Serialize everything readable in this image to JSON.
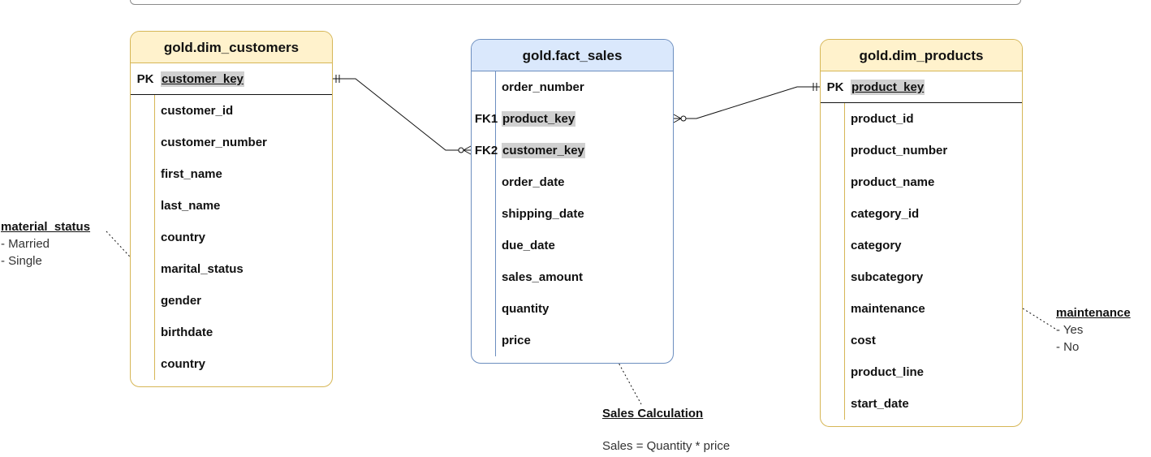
{
  "entities": {
    "dim_customers": {
      "title": "gold.dim_customers",
      "pk": {
        "key": "PK",
        "field": "customer_key"
      },
      "fields": [
        "customer_id",
        "customer_number",
        "first_name",
        "last_name",
        "country",
        "marital_status",
        "gender",
        "birthdate",
        "country"
      ],
      "colors": {
        "header_fill": "#fff2cc",
        "border": "#d6b656"
      }
    },
    "fact_sales": {
      "title": "gold.fact_sales",
      "rows": [
        {
          "key": "",
          "field": "order_number",
          "highlight": false
        },
        {
          "key": "FK1",
          "field": "product_key",
          "highlight": true
        },
        {
          "key": "FK2",
          "field": "customer_key",
          "highlight": true
        },
        {
          "key": "",
          "field": "order_date",
          "highlight": false
        },
        {
          "key": "",
          "field": "shipping_date",
          "highlight": false
        },
        {
          "key": "",
          "field": "due_date",
          "highlight": false
        },
        {
          "key": "",
          "field": "sales_amount",
          "highlight": false
        },
        {
          "key": "",
          "field": "quantity",
          "highlight": false
        },
        {
          "key": "",
          "field": "price",
          "highlight": false
        }
      ],
      "colors": {
        "header_fill": "#dae8fc",
        "border": "#6c8ebf"
      }
    },
    "dim_products": {
      "title": "gold.dim_products",
      "pk": {
        "key": "PK",
        "field": "product_key"
      },
      "fields": [
        "product_id",
        "product_number",
        "product_name",
        "category_id",
        "category",
        "subcategory",
        "maintenance",
        "cost",
        "product_line",
        "start_date"
      ],
      "colors": {
        "header_fill": "#fff2cc",
        "border": "#d6b656"
      }
    }
  },
  "notes": {
    "material_status": {
      "title": "material_status",
      "items": [
        "- Married",
        "- Single"
      ]
    },
    "maintenance": {
      "title": "maintenance",
      "items": [
        "- Yes",
        "-  No"
      ]
    },
    "sales_calculation": {
      "title": "Sales Calculation",
      "formula": "Sales = Quantity * price"
    }
  },
  "relationships": [
    {
      "from": "dim_customers.customer_key",
      "to": "fact_sales.customer_key",
      "from_cardinality": "one",
      "to_cardinality": "zero-or-many"
    },
    {
      "from": "dim_products.product_key",
      "to": "fact_sales.product_key",
      "from_cardinality": "one",
      "to_cardinality": "zero-or-many"
    }
  ]
}
